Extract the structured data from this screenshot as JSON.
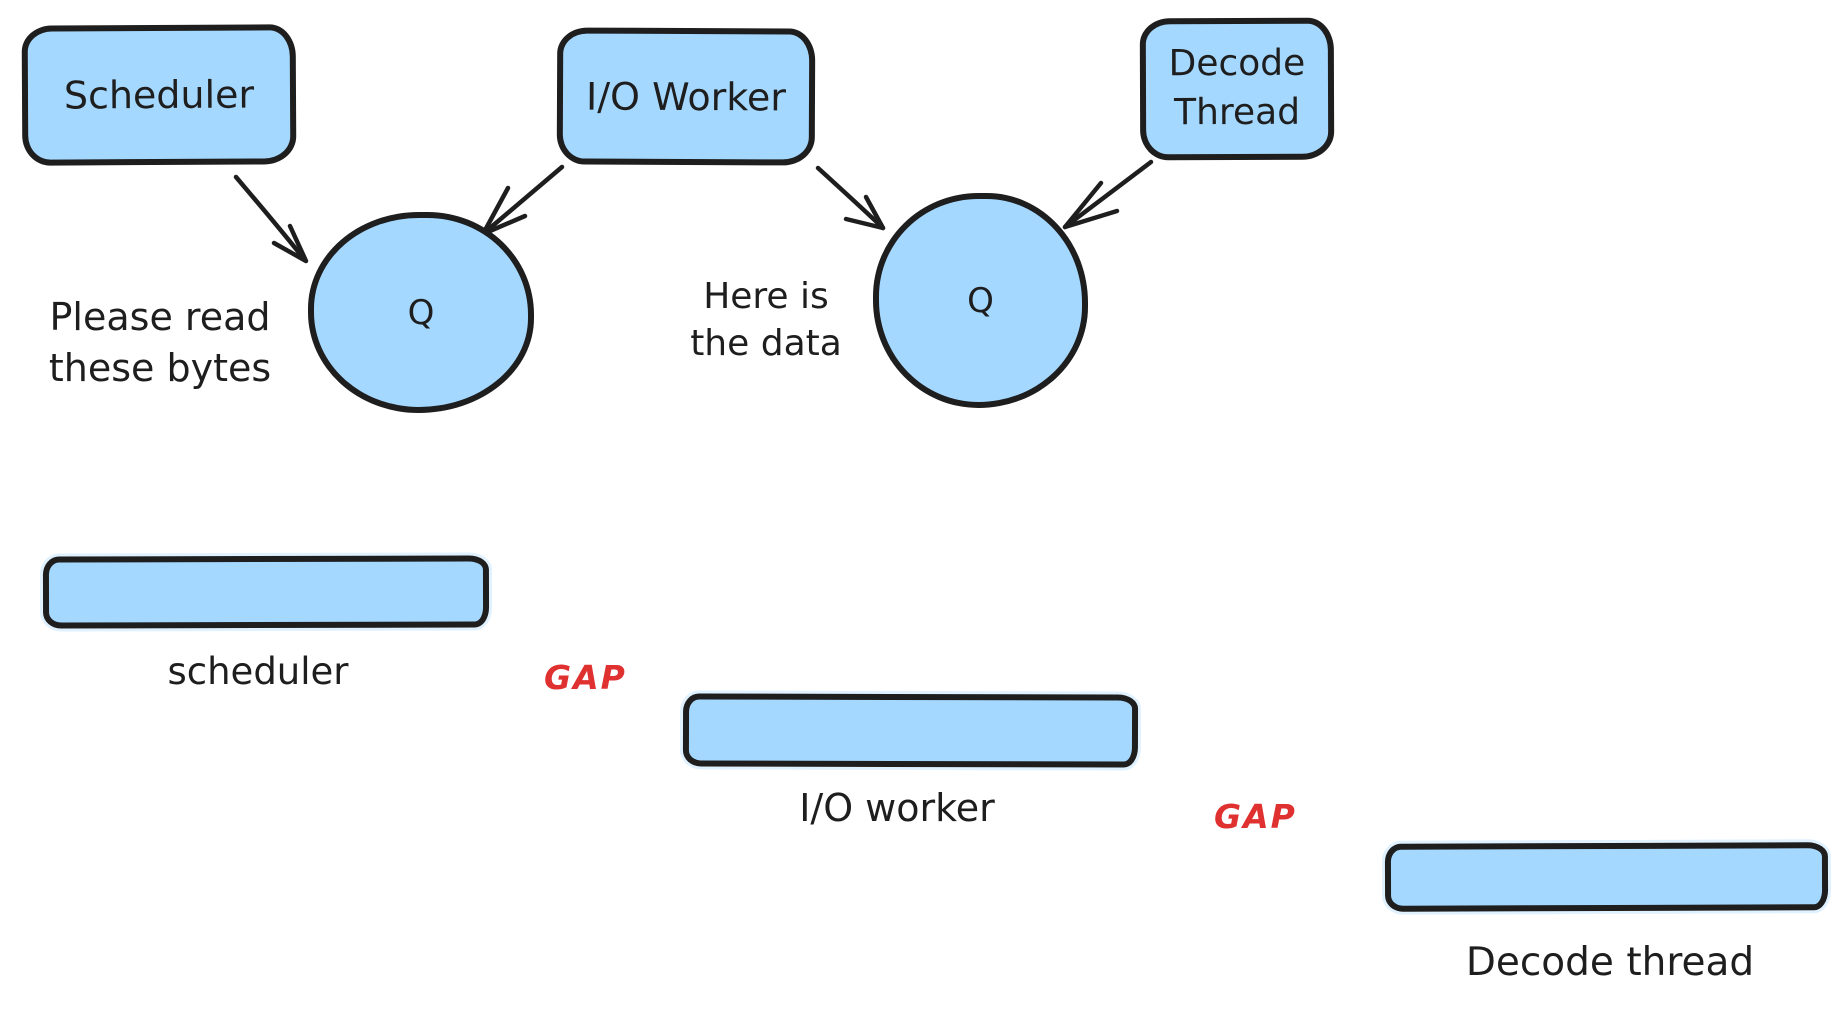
{
  "diagram": {
    "nodes": {
      "scheduler_box": "Scheduler",
      "io_worker_box": "I/O Worker",
      "decode_thread_box": "Decode\nThread",
      "queue1": "Q",
      "queue2": "Q"
    },
    "annotations": {
      "request": "Please read\nthese bytes",
      "response": "Here is\nthe data"
    },
    "timeline": {
      "scheduler_bar_label": "scheduler",
      "io_worker_bar_label": "I/O worker",
      "decode_thread_bar_label": "Decode thread",
      "gap1": "GAP",
      "gap2": "GAP"
    },
    "colors": {
      "shape_fill": "#a5d8ff",
      "shape_stroke": "#1e1e1e",
      "gap_text": "#e03131",
      "background": "#ffffff"
    }
  }
}
